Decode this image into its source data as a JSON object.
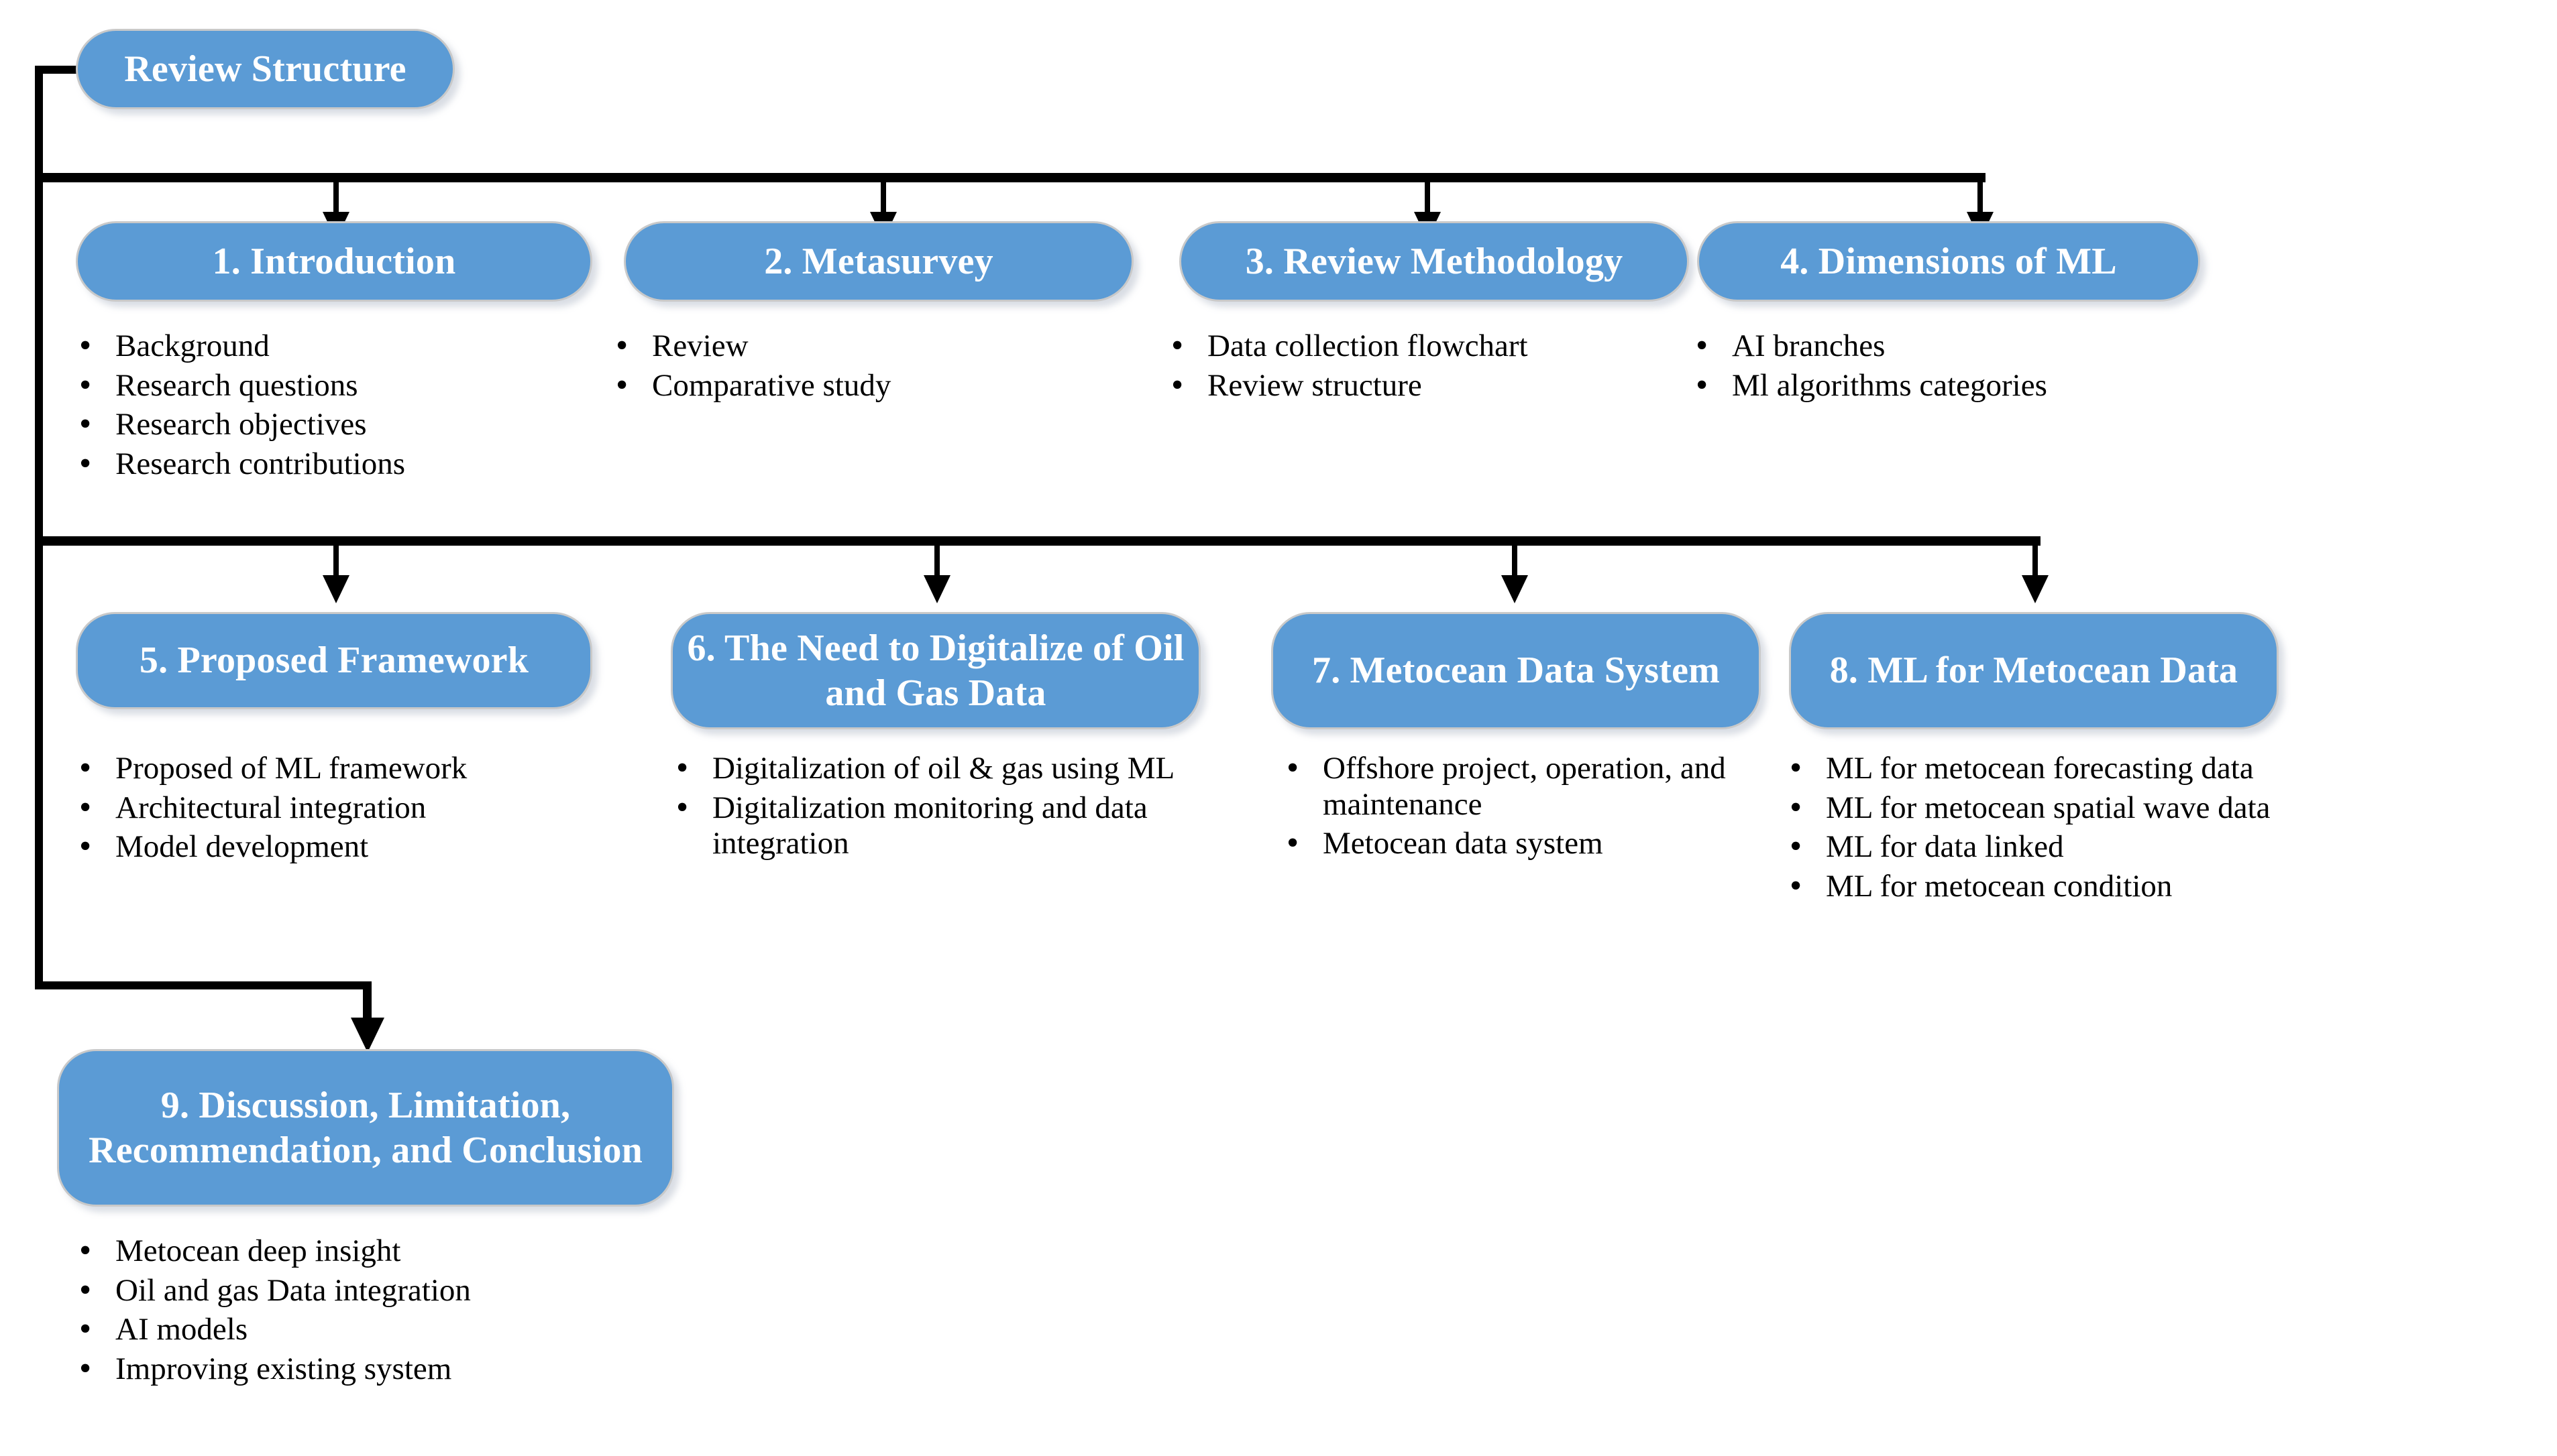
{
  "diagram": {
    "title": "Review Structure",
    "root": {
      "label": "Review Structure"
    },
    "nodes": [
      {
        "id": "n1",
        "label": "1. Introduction",
        "bullets": [
          "Background",
          "Research questions",
          "Research objectives",
          "Research contributions"
        ]
      },
      {
        "id": "n2",
        "label": "2. Metasurvey",
        "bullets": [
          "Review",
          "Comparative study"
        ]
      },
      {
        "id": "n3",
        "label": "3. Review Methodology",
        "bullets": [
          "Data collection flowchart",
          "Review structure"
        ]
      },
      {
        "id": "n4",
        "label": "4. Dimensions of ML",
        "bullets": [
          "AI branches",
          "Ml algorithms categories"
        ]
      },
      {
        "id": "n5",
        "label": "5. Proposed Framework",
        "bullets": [
          "Proposed of ML framework",
          "Architectural integration",
          "Model development"
        ]
      },
      {
        "id": "n6",
        "label": "6. The Need to Digitalize of Oil and Gas Data",
        "bullets": [
          "Digitalization of oil & gas using ML",
          "Digitalization monitoring and data integration"
        ]
      },
      {
        "id": "n7",
        "label": "7. Metocean Data System",
        "bullets": [
          "Offshore project, operation, and maintenance",
          "Metocean data system"
        ]
      },
      {
        "id": "n8",
        "label": "8. ML for Metocean Data",
        "bullets": [
          "ML for metocean forecasting data",
          "ML for metocean spatial wave data",
          "ML for data linked",
          "ML for metocean condition"
        ]
      },
      {
        "id": "n9",
        "label": "9. Discussion, Limitation, Recommendation, and Conclusion",
        "bullets": [
          "Metocean deep insight",
          "Oil and gas Data integration",
          "AI models",
          "Improving existing system"
        ]
      }
    ],
    "colors": {
      "node_fill": "#5b9bd5",
      "node_border": "#c9c9c9",
      "node_text": "#ffffff",
      "bullet_text": "#000000",
      "connector": "#000000",
      "background": "#ffffff"
    }
  }
}
